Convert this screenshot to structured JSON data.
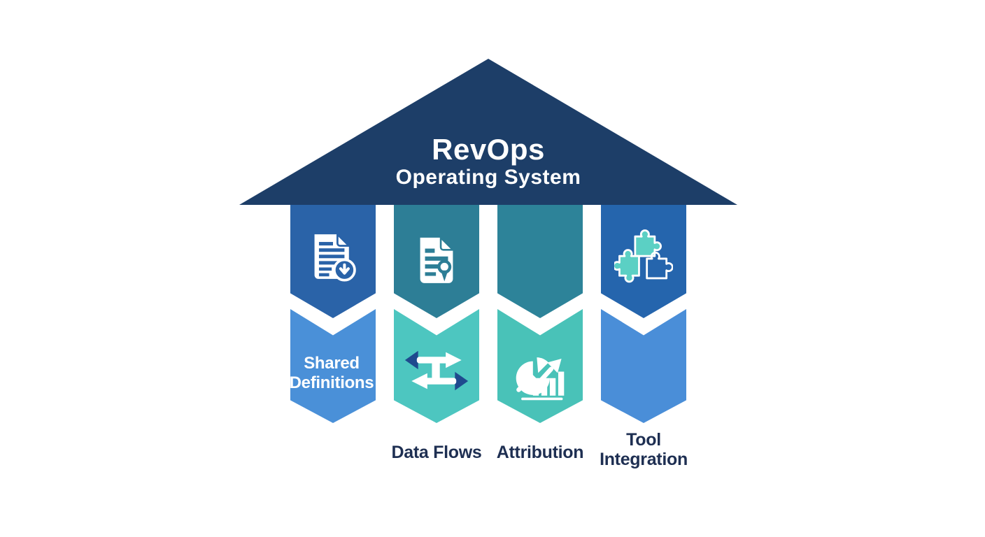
{
  "diagram": {
    "background_color": "#ffffff",
    "roof": {
      "title": "RevOps",
      "subtitle": "Operating System",
      "color": "#1d3e68",
      "text_color": "#ffffff"
    },
    "pillars": [
      {
        "label": "Shared Definitions",
        "label_placement": "inside-bottom-segment",
        "top_color": "#2a63a8",
        "bottom_color": "#4a90d8",
        "top_icon": "document-download-icon",
        "bottom_icon": ""
      },
      {
        "label": "Data Flows",
        "label_placement": "below",
        "top_color": "#2d7e96",
        "bottom_color": "#4dc6c0",
        "top_icon": "document-certificate-icon",
        "bottom_icon": "sync-arrows-icon"
      },
      {
        "label": "Attribution",
        "label_placement": "below",
        "top_color": "#2d8399",
        "bottom_color": "#49c2b8",
        "top_icon": "",
        "bottom_icon": "analytics-chart-icon"
      },
      {
        "label": "Tool Integration",
        "label_placement": "below",
        "top_color": "#2565ad",
        "bottom_color": "#4a8ed8",
        "top_icon": "puzzle-pieces-icon",
        "bottom_icon": ""
      }
    ],
    "label_color": "#1e2f52",
    "icon_accent_navy": "#1f4a8e",
    "puzzle_teal": "#5bd0c4"
  }
}
